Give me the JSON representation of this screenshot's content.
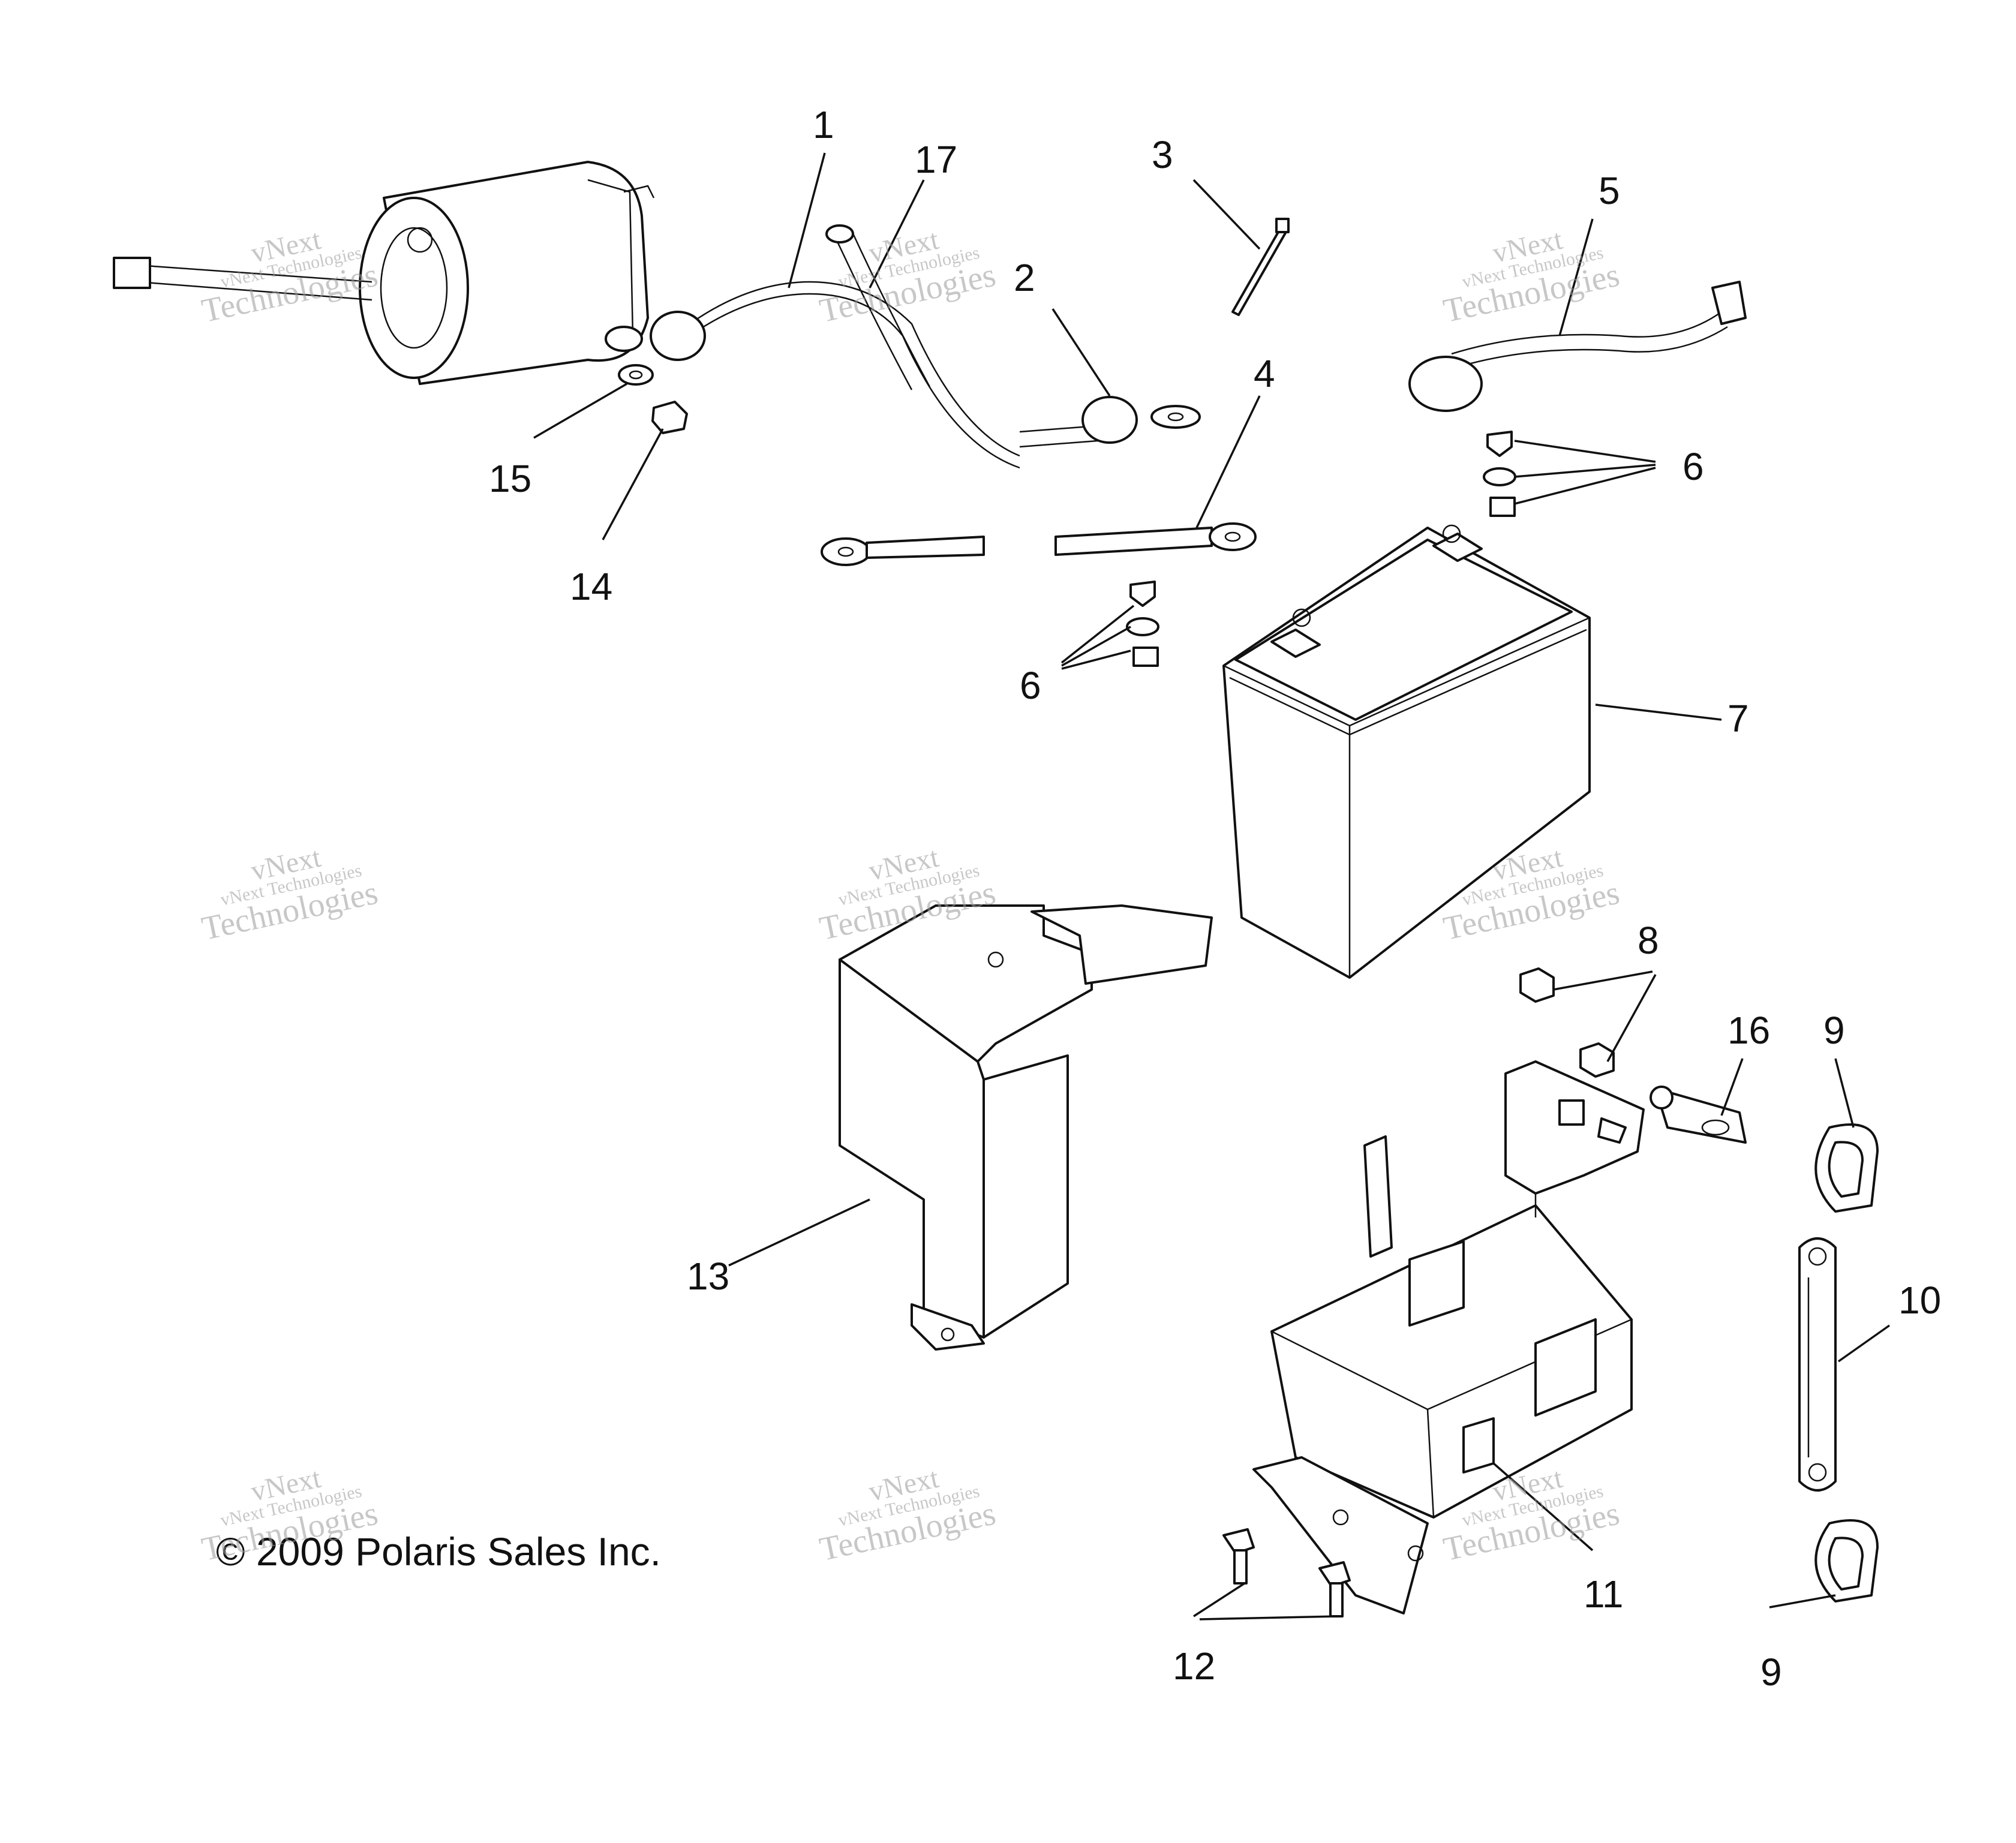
{
  "callouts": {
    "c1": "1",
    "c2": "2",
    "c3": "3",
    "c4": "4",
    "c5": "5",
    "c6a": "6",
    "c6b": "6",
    "c7": "7",
    "c8": "8",
    "c9a": "9",
    "c9b": "9",
    "c10": "10",
    "c11": "11",
    "c12": "12",
    "c13": "13",
    "c14": "14",
    "c15": "15",
    "c16": "16",
    "c17": "17"
  },
  "copyright": "© 2009 Polaris Sales Inc.",
  "watermark": {
    "line1": "vNext Technologies",
    "line2": "vNext",
    "line3": "Technologies"
  },
  "colors": {
    "ink": "#111111",
    "watermark": "#9a9a9a",
    "background": "#ffffff"
  }
}
